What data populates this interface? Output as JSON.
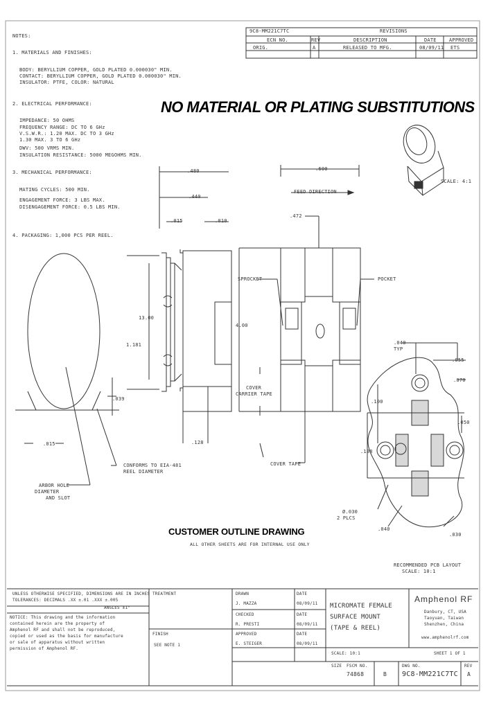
{
  "revision_block": {
    "part_number": "9C8-MM221C7TC",
    "revisions_label": "REVISIONS",
    "col_ecn": "ECN NO.",
    "col_rev": "REV",
    "col_description": "DESCRIPTION",
    "col_date": "DATE",
    "col_approved": "APPROVED",
    "row_ecn": "ORIG.",
    "row_rev": "A",
    "row_description": "RELEASED TO MFG.",
    "row_date": "08/09/11",
    "row_approved": "ETS"
  },
  "notes": {
    "heading": "NOTES:",
    "n1": "1. MATERIALS AND FINISHES:",
    "n1a": "BODY:      BERYLLIUM COPPER, GOLD PLATED 0.000030\" MIN.",
    "n1b": "CONTACT:   BERYLLIUM COPPER, GOLD PLATED 0.000030\" MIN.",
    "n1c": "INSULATOR: PTFE, COLOR: NATURAL",
    "n2": "2. ELECTRICAL PERFORMANCE:",
    "n2a": "IMPEDANCE:          50 OHMS",
    "n2b": "FREQUENCY RANGE:    DC TO 6 GHz",
    "n2c": "V.S.W.R.:           1.20 MAX. DC TO 3 GHz",
    "n2d": "                    1.30 MAX. 3 TO 6 GHz",
    "n2e": "DWV:                500 VRMS MIN.",
    "n2f": "INSULATION RESISTANCE: 5000 MEGOHMS MIN.",
    "n3": "3. MECHANICAL PERFORMANCE:",
    "n3a": "MATING CYCLES:      500 MIN.",
    "n3b": "ENGAGEMENT FORCE:   3 LBS MAX.",
    "n3c": "DISENGAGEMENT FORCE: 0.5 LBS MIN.",
    "n4": "4. PACKAGING: 1,000 PCS PER REEL."
  },
  "banner": "NO MATERIAL OR PLATING SUBSTITUTIONS",
  "view_labels": {
    "scale_top": "SCALE: 4:1",
    "dim_top1": ".480",
    "dim_top2": ".600",
    "dim_top3": ".440",
    "feed_dir": "FEED DIRECTION",
    "dim_015": ".015",
    "dim_010": ".010",
    "pitch": ".472",
    "sprocket": "SPROCKET",
    "pocket": "POCKET",
    "cover": "COVER",
    "dim_reel": "13.00",
    "dim_hub": "4.00",
    "dim_width": "1.181",
    "dim_thk": ".039",
    "reel_note1": "CONFORMS TO EIA-481",
    "reel_note2": "REEL DIAMETER",
    "arbor1": "ARBOR HOLE",
    "arbor2": "DIAMETER",
    "arbor3": "AND SLOT",
    "dim_bot": ".128",
    "cover_tape": "COVER TAPE",
    "carrier": "CARRIER TAPE"
  },
  "pcb": {
    "dim_a": ".040",
    "dim_b": ".055",
    "dim_c": ".070",
    "dim_d": ".100",
    "dim_e": ".050",
    "dim_f": ".138",
    "dim_g": ".040",
    "dim_h": ".030",
    "typ": "TYP",
    "drill1": "Ø.030",
    "drill2": "2 PLCS",
    "caption1": "RECOMMENDED PCB LAYOUT",
    "caption2": "SCALE: 10:1"
  },
  "customer_title": "CUSTOMER OUTLINE DRAWING",
  "customer_subtitle": "ALL OTHER SHEETS ARE FOR INTERNAL USE ONLY",
  "title_block": {
    "tol_title": "UNLESS OTHERWISE SPECIFIED, DIMENSIONS ARE IN INCHES",
    "tol_row1": "TOLERANCES: DECIMALS  .XX ±.01  .XXX ±.005",
    "tol_row2": "ANGLES ±1°",
    "proprietary1": "NOTICE: This drawing and the information",
    "proprietary2": "contained herein are the property of",
    "proprietary3": "Amphenol RF and shall not be reproduced,",
    "proprietary4": "copied or used as the basis for manufacture",
    "proprietary5": "or sale of apparatus without written",
    "proprietary6": "permission of Amphenol RF.",
    "treatment": "TREATMENT",
    "finish": "FINISH",
    "see_note": "SEE NOTE 1",
    "drawn": "DRAWN",
    "drawn_by": "J. MAZZA",
    "checked": "CHECKED",
    "checked_by": "R. PRESTI",
    "approved": "APPROVED",
    "approved_by": "E. STEIGER",
    "date": "DATE",
    "date_a": "08/09/11",
    "date_b": "08/09/11",
    "date_c": "08/09/11",
    "title1": "MICROMATE FEMALE",
    "title2": "SURFACE MOUNT",
    "title3": "(TAPE & REEL)",
    "company": "Amphenol RF",
    "addr1": "Danbury, CT, USA",
    "addr2": "Taoyuan, Taiwan",
    "addr3": "Shenzhen, China",
    "web": "www.amphenolrf.com",
    "scale": "SCALE: 10:1",
    "sheet": "SHEET 1 OF 1",
    "size": "SIZE",
    "fscm": "FSCM NO.",
    "fscm_val": "74868",
    "size_val": "B",
    "dwg_no": "DWG NO.",
    "dwg_val": "9C8-MM221C7TC",
    "rev": "REV",
    "rev_val": "A"
  }
}
